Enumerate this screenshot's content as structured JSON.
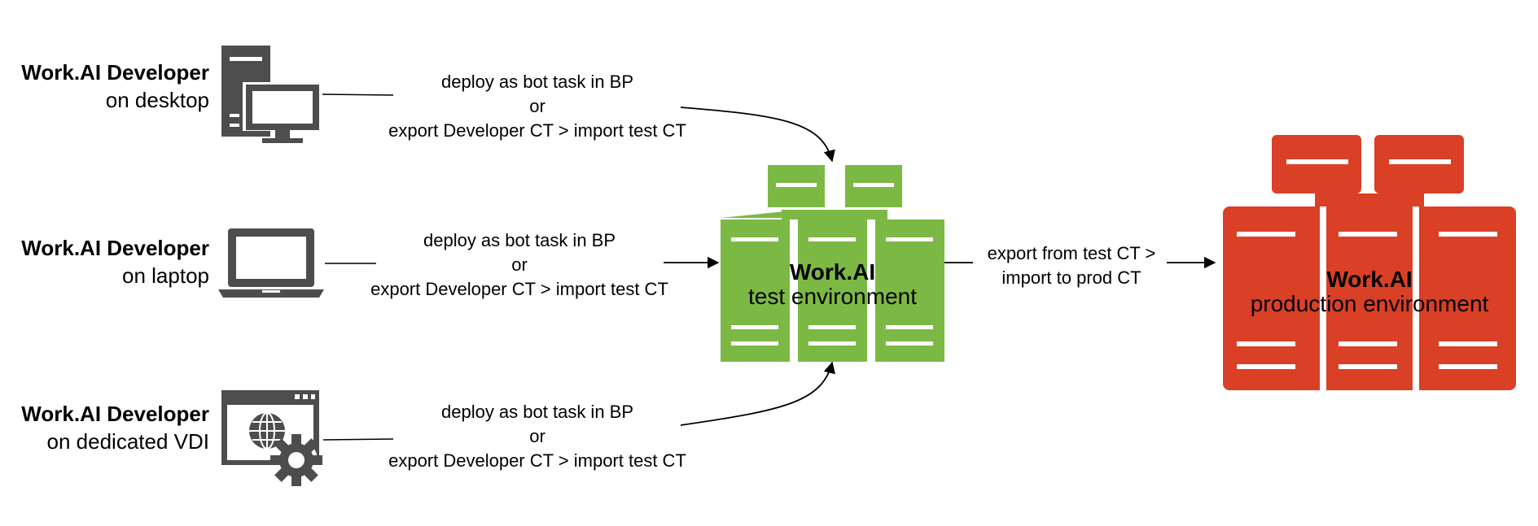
{
  "developers": [
    {
      "title": "Work.AI Developer",
      "subtitle": "on desktop",
      "icon": "desktop-computer-icon"
    },
    {
      "title": "Work.AI Developer",
      "subtitle": "on laptop",
      "icon": "laptop-icon"
    },
    {
      "title": "Work.AI Developer",
      "subtitle": "on dedicated VDI",
      "icon": "vdi-globe-gear-icon"
    }
  ],
  "flows": [
    {
      "line1": "deploy as bot task in BP",
      "line2": "or",
      "line3": "export Developer CT  > import test CT"
    },
    {
      "line1": "deploy as bot task in BP",
      "line2": "or",
      "line3": "export Developer CT > import test CT"
    },
    {
      "line1": "deploy as bot task in BP",
      "line2": "or",
      "line3": "export Developer CT > import test CT"
    }
  ],
  "test_env": {
    "title": "Work.AI",
    "subtitle": "test environment",
    "color": "#7cb944"
  },
  "promotion": {
    "line1": "export from test CT >",
    "line2": "import to prod CT"
  },
  "prod_env": {
    "title": "Work.AI",
    "subtitle": "production environment",
    "color": "#d94026"
  },
  "colors": {
    "icon": "#4d4d4d",
    "line": "#000000"
  }
}
